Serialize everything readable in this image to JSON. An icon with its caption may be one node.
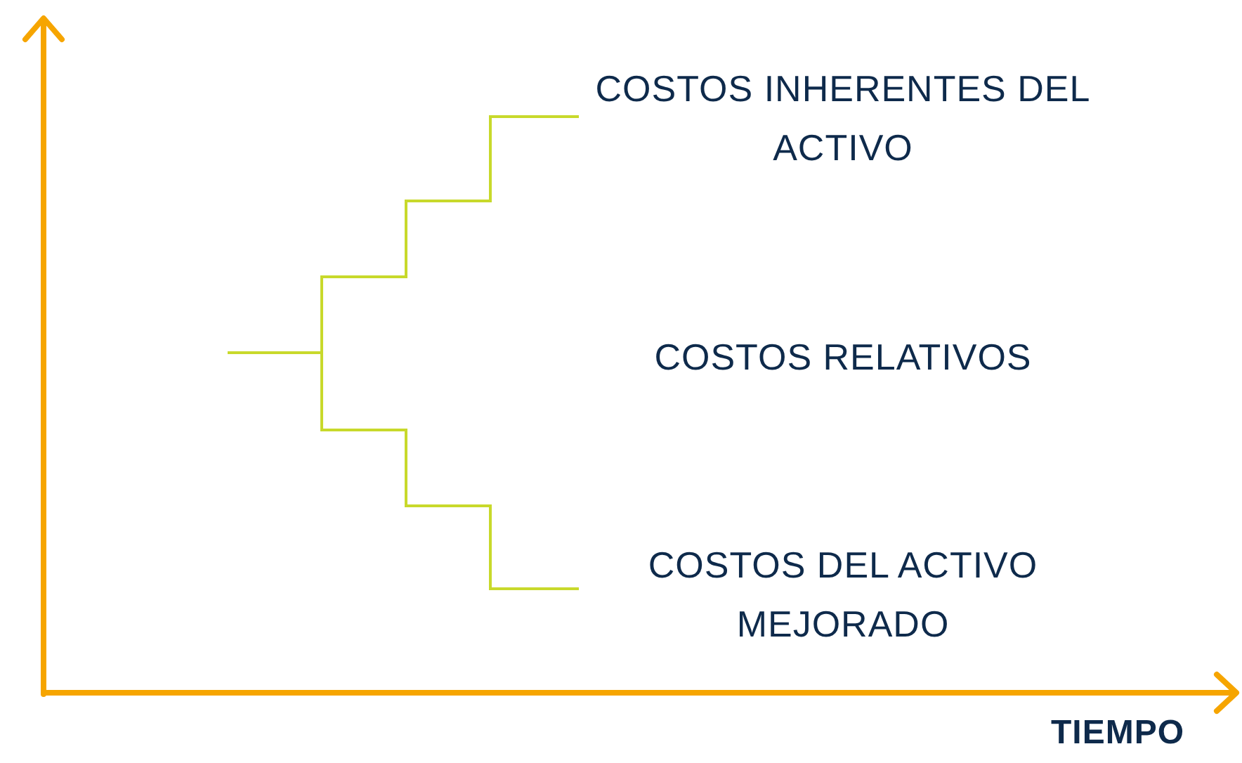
{
  "diagram": {
    "nodes": [
      {
        "text": [
          "COSTOS INHERENTES DEL ACTIVO"
        ]
      },
      {
        "text": [
          "COSTOS RELATIVOS"
        ]
      },
      {
        "text": [
          "COSTOS DEL ACTIVO MEJORADO"
        ]
      }
    ],
    "edges": [
      {
        "from": null,
        "to": 0,
        "arrow": "none"
      },
      {
        "from": null,
        "to": 2,
        "arrow": "none"
      }
    ],
    "labels": [
      "TIEMPO"
    ]
  }
}
